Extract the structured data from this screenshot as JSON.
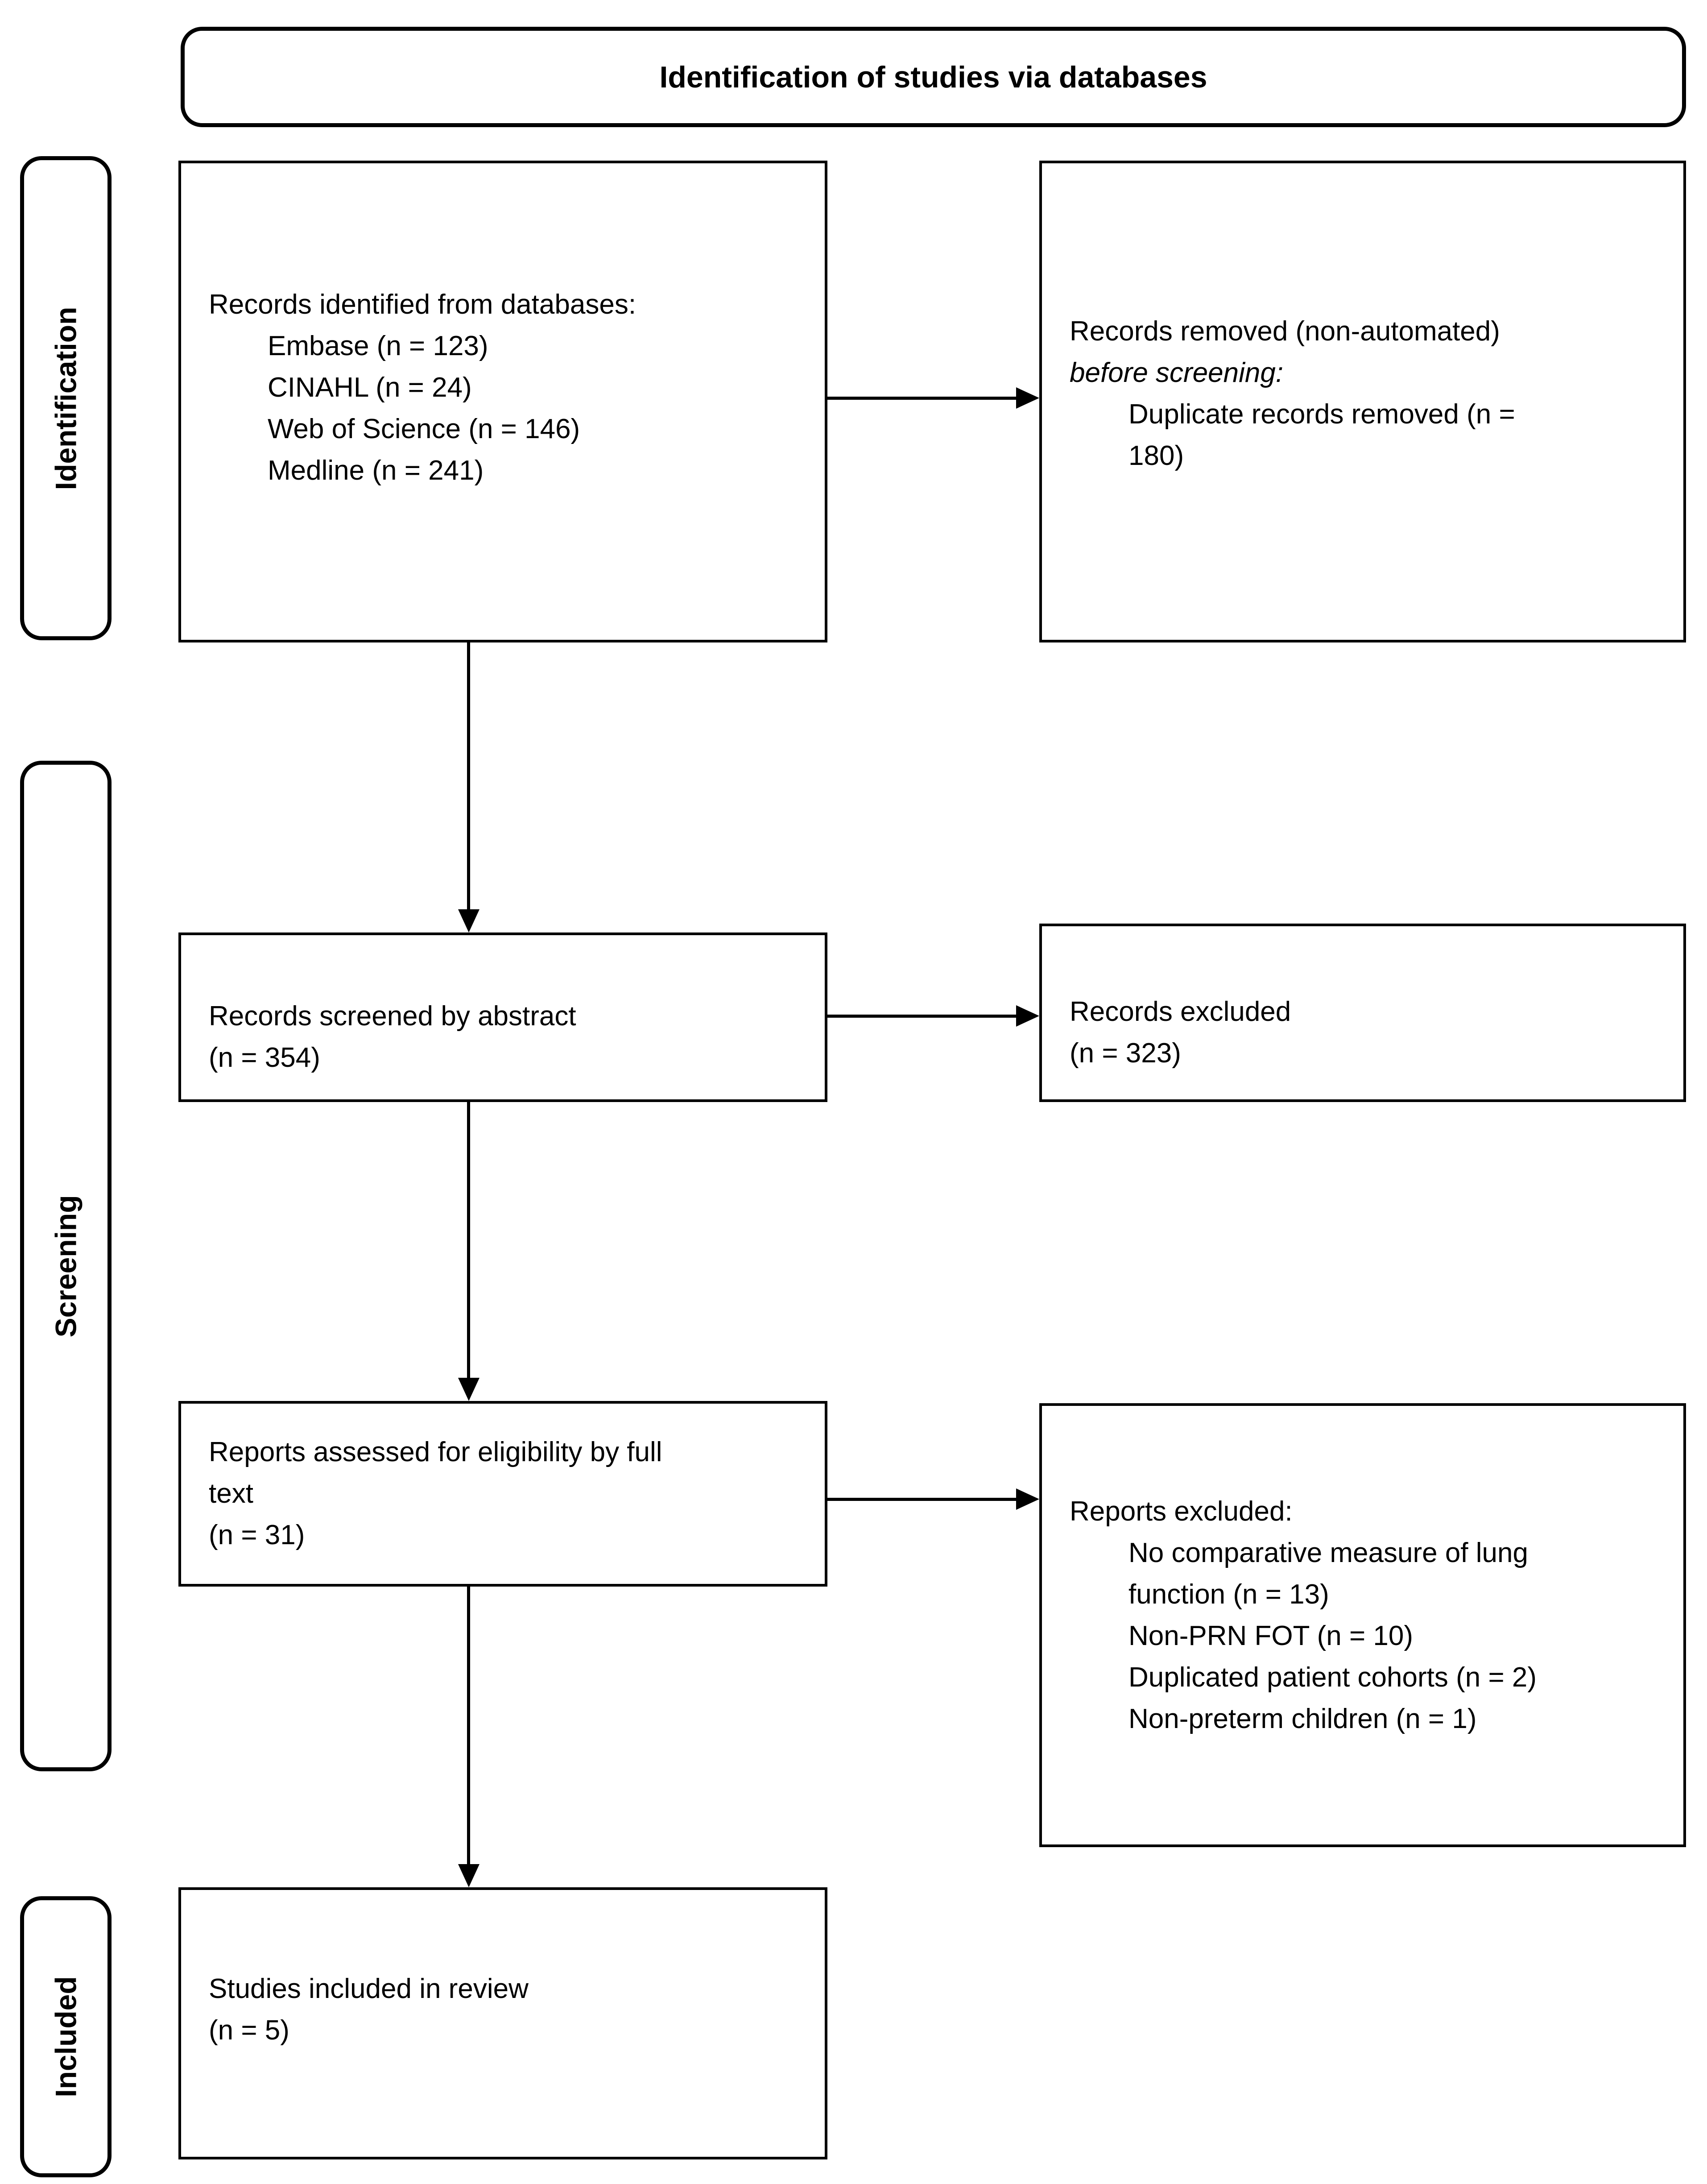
{
  "title": "Identification of studies via databases",
  "stage_labels": {
    "identification": "Identification",
    "screening": "Screening",
    "included": "Included"
  },
  "boxes": {
    "records_identified": {
      "lines": [
        {
          "text": "Records identified from databases:"
        },
        {
          "text": "Embase (n = 123)",
          "indent": true
        },
        {
          "text": "CINAHL (n = 24)",
          "indent": true
        },
        {
          "text": "Web of Science (n = 146)",
          "indent": true
        },
        {
          "text": "Medline (n = 241)",
          "indent": true
        }
      ]
    },
    "records_removed": {
      "lines": [
        {
          "text": "Records removed (non-automated)"
        },
        {
          "text": "before screening:",
          "italic": true
        },
        {
          "text": "Duplicate records removed (n =",
          "indent": true
        },
        {
          "text": "180)",
          "indent": true
        }
      ]
    },
    "records_screened": {
      "lines": [
        {
          "text": "Records screened by abstract"
        },
        {
          "text": "(n = 354)"
        }
      ]
    },
    "records_excluded": {
      "lines": [
        {
          "text": "Records excluded"
        },
        {
          "text": "(n = 323)"
        }
      ]
    },
    "reports_assessed": {
      "lines": [
        {
          "text": "Reports assessed for eligibility by full"
        },
        {
          "text": "text"
        },
        {
          "text": "(n = 31)"
        }
      ]
    },
    "reports_excluded": {
      "lines": [
        {
          "text": "Reports excluded:"
        },
        {
          "text": "No comparative measure of lung",
          "indent": true
        },
        {
          "text": "function (n = 13)",
          "indent": true
        },
        {
          "text": "Non-PRN FOT (n = 10)",
          "indent": true
        },
        {
          "text": "Duplicated patient cohorts (n = 2)",
          "indent": true
        },
        {
          "text": "Non-preterm children (n = 1)",
          "indent": true
        }
      ]
    },
    "studies_included": {
      "lines": [
        {
          "text": "Studies included in review"
        },
        {
          "text": "(n = 5)"
        }
      ]
    }
  },
  "colors": {
    "border": "#000000",
    "background": "#ffffff",
    "text": "#000000"
  }
}
